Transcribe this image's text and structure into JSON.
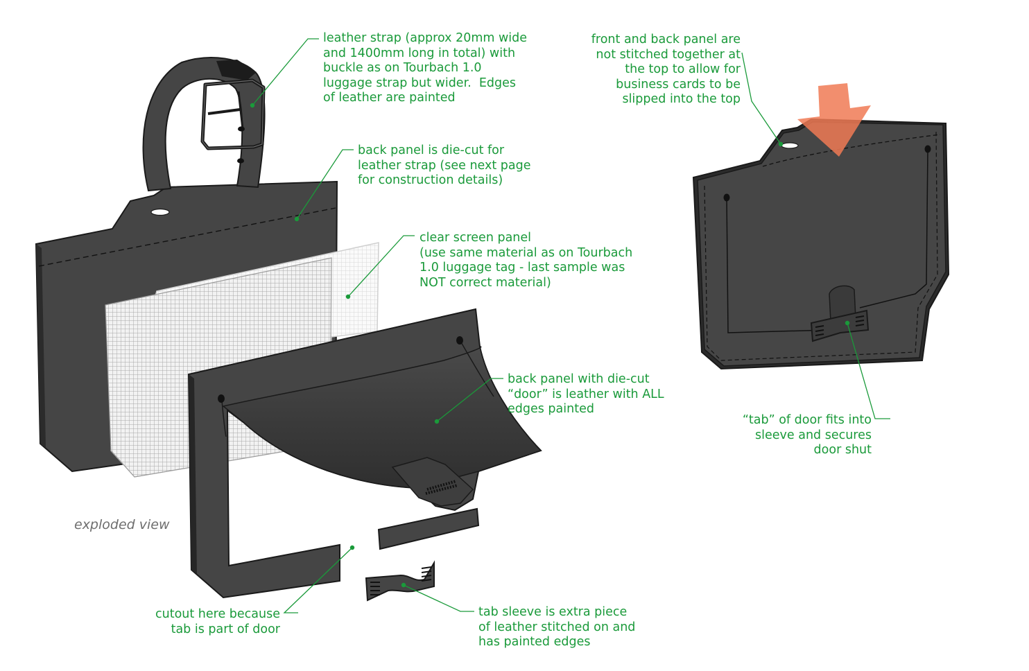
{
  "caption": "exploded view",
  "colors": {
    "leather": "#454545",
    "leather_edge": "#1a1a1a",
    "stitch": "#111111",
    "leader": "#1a9a3a",
    "label_text": "#1a9a3a",
    "arrow": "#f07a55",
    "screen": "#cfcfcf"
  },
  "callouts": {
    "strap": [
      "leather strap (approx 20mm wide",
      "and 1400mm long in total) with",
      "buckle as on Tourbach 1.0",
      "luggage strap but wider.  Edges",
      "of leather are painted"
    ],
    "back_panel": [
      "back panel is die-cut for",
      "leather strap (see next page",
      "for construction details)"
    ],
    "screen": [
      "clear screen panel",
      "(use same material as on Tourbach",
      "1.0 luggage tag - last sample was",
      "NOT correct material)"
    ],
    "door_panel": [
      "back panel with die-cut",
      "“door” is leather with ALL",
      "edges painted"
    ],
    "cutout": [
      "cutout here because",
      "tab is part of door"
    ],
    "sleeve": [
      "tab sleeve is extra piece",
      "of leather stitched on and",
      "has painted edges"
    ],
    "top_opening": [
      "front and back panel are",
      "not stitched together at",
      "the top to allow for",
      "business cards to be",
      "slipped into the top"
    ],
    "tab_fit": [
      "“tab” of door fits into",
      "sleeve and secures",
      "door shut"
    ]
  }
}
